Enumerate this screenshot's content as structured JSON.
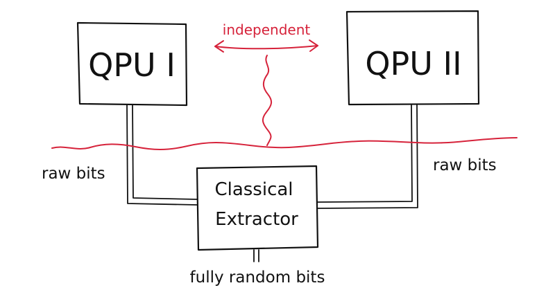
{
  "diagram": {
    "nodes": {
      "qpu1": {
        "label": "QPU I"
      },
      "qpu2": {
        "label": "QPU II"
      },
      "extractor": {
        "line1": "Classical",
        "line2": "Extractor"
      }
    },
    "annotations": {
      "independent": "independent",
      "raw_bits_left": "raw bits",
      "raw_bits_right": "raw bits",
      "output": "fully random bits"
    },
    "colors": {
      "ink": "#111111",
      "accent": "#d6223a"
    }
  }
}
